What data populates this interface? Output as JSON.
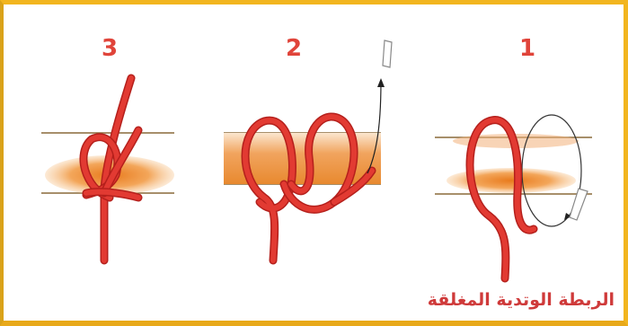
{
  "steps": [
    {
      "number": "3",
      "icon": "knot-step-3-illustration"
    },
    {
      "number": "2",
      "icon": "knot-step-2-illustration"
    },
    {
      "number": "1",
      "icon": "knot-step-1-illustration"
    }
  ],
  "caption": "الربطة الوتدية المغلقة",
  "colors": {
    "rope": "#e23a32",
    "rope_dark": "#b5201c",
    "post": "#f0b070",
    "post_dark": "#d07020",
    "border": "#f2b51f",
    "text": "#e0443a"
  }
}
